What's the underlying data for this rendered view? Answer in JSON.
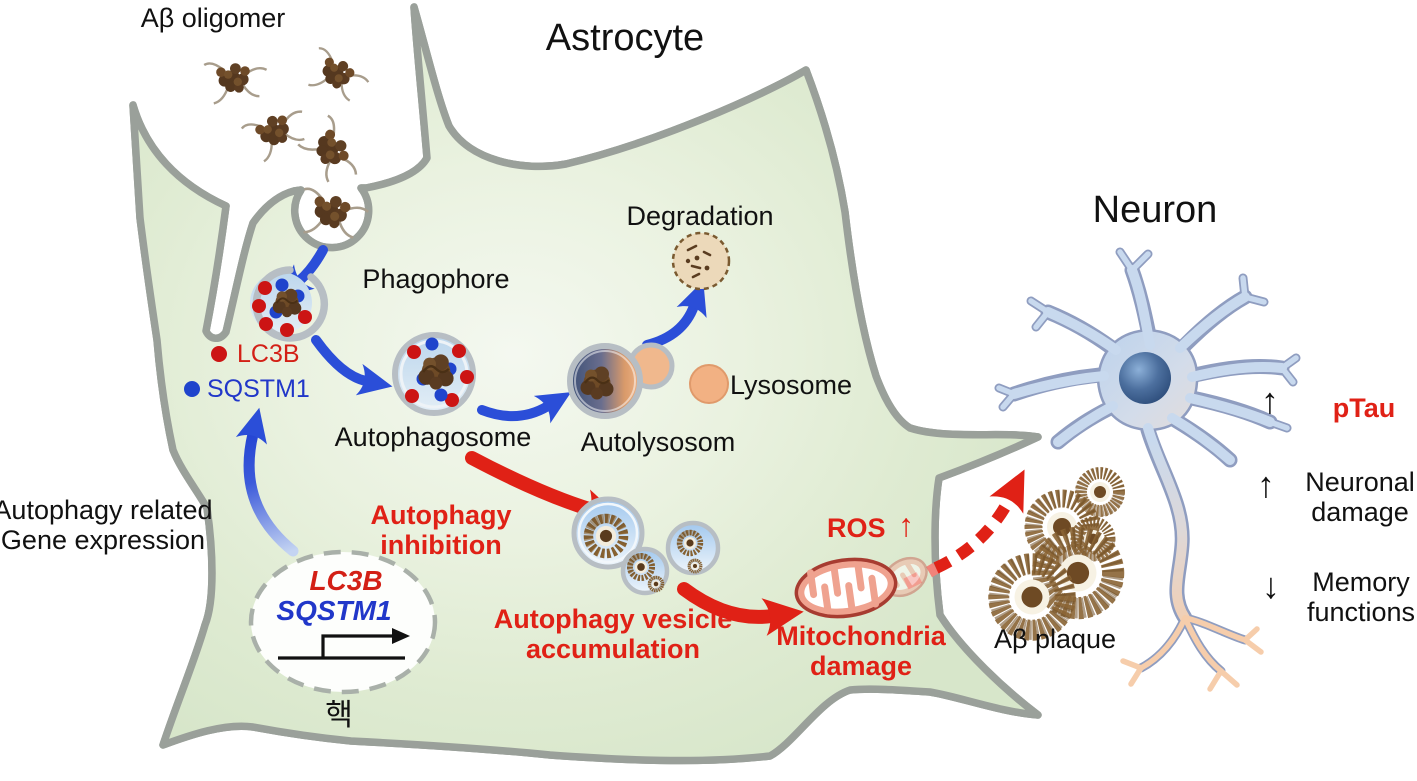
{
  "diagram": {
    "astrocyte_title": "Astrocyte",
    "neuron_title": "Neuron",
    "ab_oligomer": "Aβ oligomer",
    "phagophore": "Phagophore",
    "legend": {
      "lc3b": "LC3B",
      "sqstm1": "SQSTM1"
    },
    "autophagosome": "Autophagosome",
    "autolysosome": "Autolysosom",
    "lysosome": "Lysosome",
    "degradation": "Degradation",
    "autophagy_inhibition": {
      "line1": "Autophagy",
      "line2": "inhibition"
    },
    "vesicle_accumulation": {
      "line1": "Autophagy vesicle",
      "line2": "accumulation"
    },
    "ros": {
      "label": "ROS",
      "arrow": "↑"
    },
    "mitochondria_damage": {
      "line1": "Mitochondria",
      "line2": "damage"
    },
    "ab_plaque": "Aβ plaque",
    "gene_expression": {
      "line1": "Autophagy related",
      "line2": "Gene expression"
    },
    "nucleus": {
      "gene1": "LC3B",
      "gene2": "SQSTM1",
      "korean_label": "핵"
    },
    "outcomes": {
      "ptau": {
        "arrow": "↑",
        "label": "pTau"
      },
      "neuronal_damage": {
        "arrow": "↑",
        "line1": "Neuronal",
        "line2": "damage"
      },
      "memory_functions": {
        "arrow": "↓",
        "line1": "Memory",
        "line2": "functions"
      }
    },
    "colors": {
      "accent_red": "#e02116",
      "accent_blue": "#2b4ed8",
      "gene_red": "#d32016",
      "gene_blue": "#2137c9",
      "astrocyte_green": "#e2ecd6",
      "membrane_gray": "#9aa09a",
      "neuron_blue": "#c8d9ee",
      "axon_peach": "#f6cdab",
      "lysosome_orange": "#f2b183",
      "plaque_brown": "#8a6434",
      "mitochondria_red": "#a73c31"
    }
  }
}
